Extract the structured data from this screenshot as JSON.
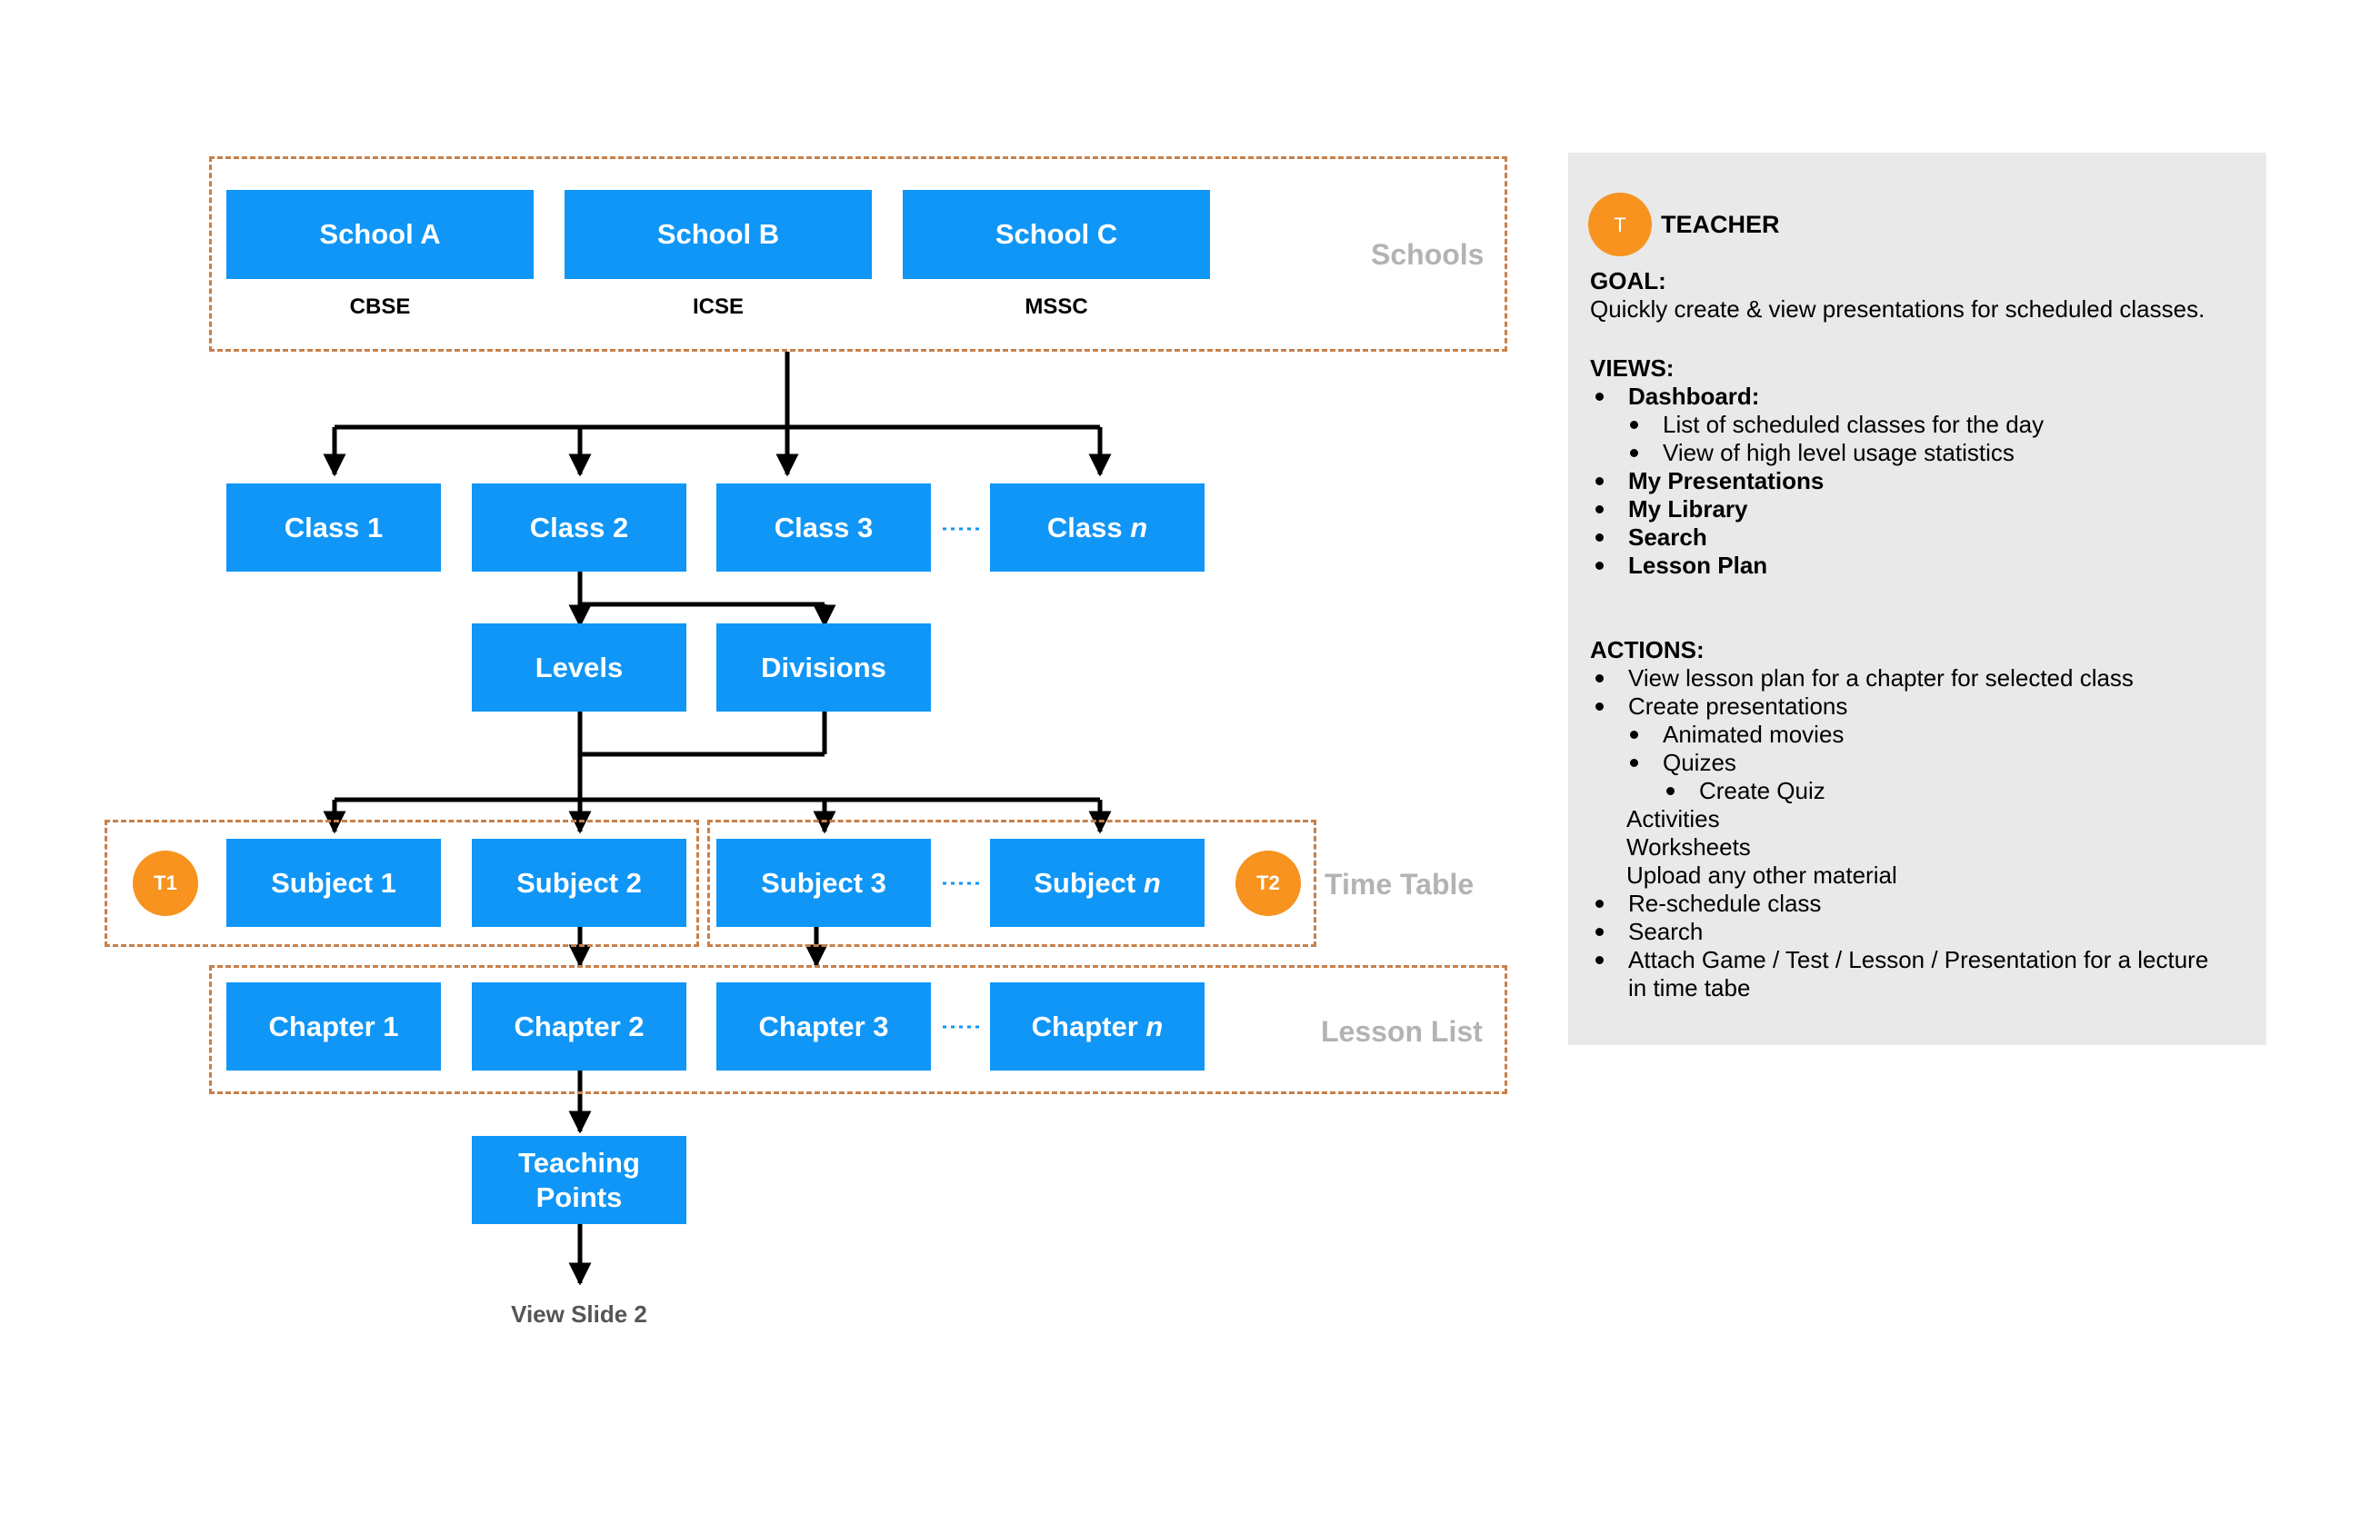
{
  "schools": {
    "group_label": "Schools",
    "items": [
      {
        "name": "School A",
        "board": "CBSE"
      },
      {
        "name": "School B",
        "board": "ICSE"
      },
      {
        "name": "School C",
        "board": "MSSC"
      }
    ]
  },
  "classes": {
    "c1": "Class 1",
    "c2": "Class 2",
    "c3": "Class 3",
    "cn_text": "Class ",
    "cn_var": "n"
  },
  "groups": {
    "levels": "Levels",
    "divisions": "Divisions"
  },
  "subjects": {
    "s1": "Subject 1",
    "s2": "Subject 2",
    "s3": "Subject 3",
    "sn_text": "Subject ",
    "sn_var": "n"
  },
  "timetable": {
    "label": "Time Table",
    "badge_t1": "T1",
    "badge_t2": "T2"
  },
  "chapters": {
    "c1": "Chapter 1",
    "c2": "Chapter 2",
    "c3": "Chapter 3",
    "cn_text": "Chapter ",
    "cn_var": "n"
  },
  "lesson_list_label": "Lesson List",
  "teaching_points": {
    "line1": "Teaching",
    "line2": "Points"
  },
  "view_slide": "View Slide 2",
  "colors": {
    "node": "#0f96f7",
    "badge": "#f7931e",
    "frame": "#c8804a",
    "panel_bg": "#e9e9e9"
  },
  "panel": {
    "badge": "T",
    "role": "TEACHER",
    "goal_heading": "GOAL:",
    "goal_text": "Quickly create & view presentations for scheduled classes.",
    "views_heading": "VIEWS:",
    "views": {
      "dashboard": "Dashboard:",
      "dash_sub1": "List of scheduled classes for the day",
      "dash_sub2": "View of high level usage statistics",
      "my_presentations": "My Presentations",
      "my_library": "My Library",
      "search": "Search",
      "lesson_plan": "Lesson Plan"
    },
    "actions_heading": "ACTIONS:",
    "actions": {
      "a1": "View lesson plan for a chapter for selected class",
      "a2": "Create presentations",
      "a2_sub1": "Animated movies",
      "a2_sub2": "Quizes",
      "a2_sub2_sub": "Create Quiz",
      "activities": "Activities",
      "worksheets": "Worksheets",
      "upload": "Upload any other material",
      "a3": "Re-schedule class",
      "a4": "Search",
      "a5_line1": "Attach Game / Test / Lesson / Presentation for a lecture",
      "a5_line2": "in time tabe"
    }
  }
}
